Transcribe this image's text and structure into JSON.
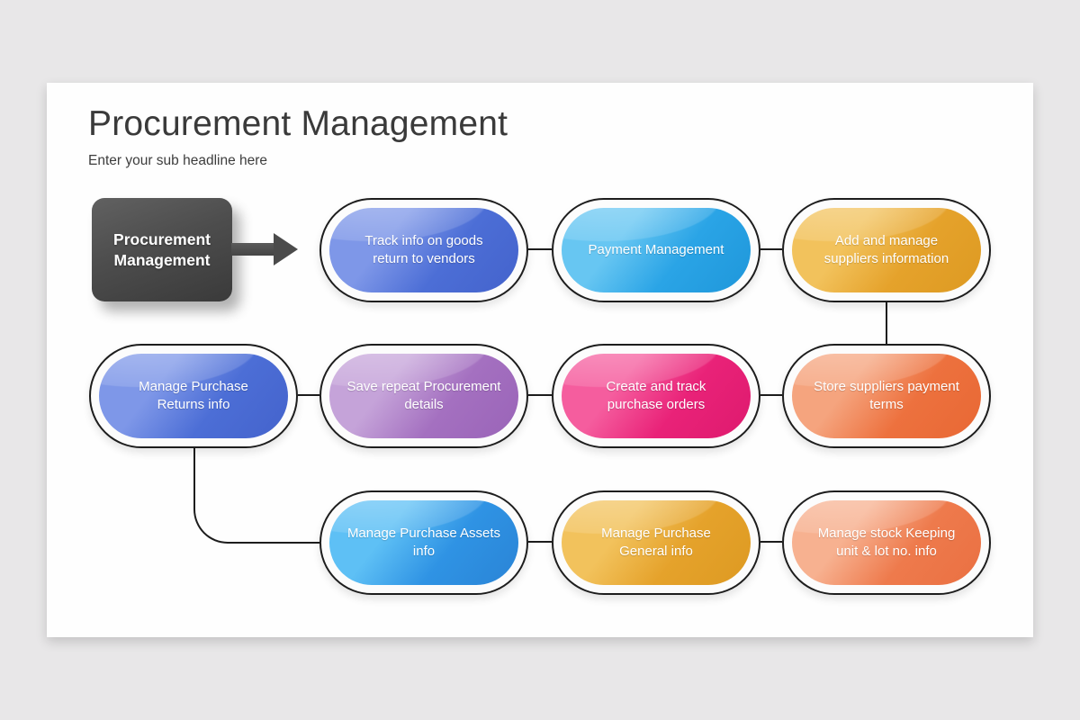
{
  "header": {
    "title": "Procurement Management",
    "subtitle": "Enter your sub headline here"
  },
  "start": {
    "label": "Procurement Management"
  },
  "nodes": [
    {
      "id": "track-goods-return",
      "label": "Track info on goods return to vendors",
      "color_hi": "#7e97e8",
      "color_base": "#4c6ed6",
      "color_dark": "#4463cc"
    },
    {
      "id": "payment-management",
      "label": "Payment Management",
      "color_hi": "#67c6f2",
      "color_base": "#2aa4e6",
      "color_dark": "#1f97da"
    },
    {
      "id": "add-manage-suppliers",
      "label": "Add and manage suppliers information",
      "color_hi": "#f2c25c",
      "color_base": "#e5a22b",
      "color_dark": "#dd9a22"
    },
    {
      "id": "manage-purchase-returns",
      "label": "Manage Purchase Returns info",
      "color_hi": "#7e97e8",
      "color_base": "#4c6ed6",
      "color_dark": "#4463cc"
    },
    {
      "id": "save-repeat-procurement",
      "label": "Save repeat Procurement details",
      "color_hi": "#c5a3d9",
      "color_base": "#a470c0",
      "color_dark": "#9a64b8"
    },
    {
      "id": "create-track-purchase-orders",
      "label": "Create and track purchase orders",
      "color_hi": "#f55d9e",
      "color_base": "#e92278",
      "color_dark": "#de1a6e"
    },
    {
      "id": "store-suppliers-payment",
      "label": "Store suppliers payment terms",
      "color_hi": "#f5a47e",
      "color_base": "#ed713e",
      "color_dark": "#e86834"
    },
    {
      "id": "manage-purchase-assets",
      "label": "Manage Purchase Assets info",
      "color_hi": "#5ec0f5",
      "color_base": "#2f93e4",
      "color_dark": "#2a84d6"
    },
    {
      "id": "manage-purchase-general",
      "label": "Manage Purchase General info",
      "color_hi": "#f2c25c",
      "color_base": "#e5a22b",
      "color_dark": "#dd9a22"
    },
    {
      "id": "manage-stock-keeping",
      "label": "Manage stock Keeping unit & lot no. info",
      "color_hi": "#f7b190",
      "color_base": "#ee7a4c",
      "color_dark": "#ea7042"
    }
  ],
  "style": {
    "page_background": "#e8e7e8",
    "canvas_background": "#fefefe",
    "connector_color": "#1d1d1d",
    "start_box_color": "#4a4a4a",
    "arrow_color": "#4b4b4b",
    "node_text_color": "#ffffff",
    "title_color": "#3a3a3a"
  }
}
